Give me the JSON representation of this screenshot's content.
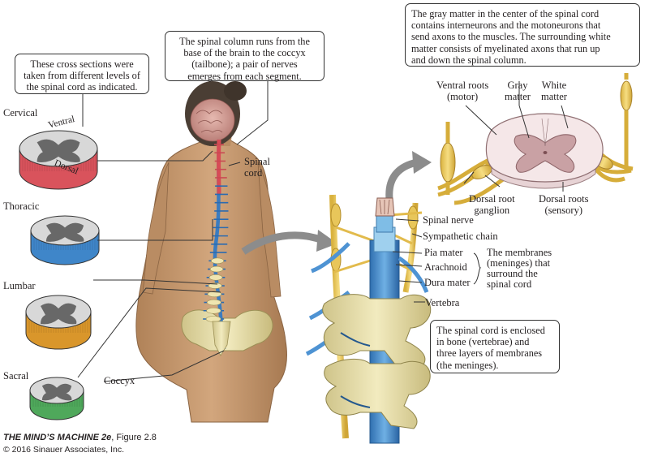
{
  "callouts": {
    "cross_sections": "These cross sections were\ntaken from different levels of\nthe spinal cord as indicated.",
    "spinal_column": "The spinal column runs from the\nbase of the brain to the coccyx\n(tailbone); a pair of nerves\nemerges from each segment.",
    "gray_matter": "The gray matter in the center of the spinal cord\ncontains interneurons and the motoneurons that\nsend axons to the muscles. The surrounding white\nmatter consists of myelinated axons that run up\nand down the spinal column.",
    "enclosed": "The spinal cord is enclosed\nin bone (vertebrae) and\nthree layers of membranes\n(the meninges)."
  },
  "levels": {
    "cervical": "Cervical",
    "thoracic": "Thoracic",
    "lumbar": "Lumbar",
    "sacral": "Sacral",
    "coccyx": "Coccyx"
  },
  "section_labels": {
    "ventral": "Ventral",
    "dorsal": "Dorsal"
  },
  "body_labels": {
    "spinal_cord": "Spinal\ncord"
  },
  "cord_labels": {
    "ventral_roots": "Ventral roots\n(motor)",
    "gray_matter": "Gray\nmatter",
    "white_matter": "White\nmatter",
    "dorsal_root_ganglion": "Dorsal root\nganglion",
    "dorsal_roots": "Dorsal roots\n(sensory)"
  },
  "column_labels": {
    "spinal_nerve": "Spinal nerve",
    "sympathetic_chain": "Sympathetic chain",
    "pia_mater": "Pia mater",
    "arachnoid": "Arachnoid",
    "dura_mater": "Dura mater",
    "meninges_note": "The membranes\n(meninges) that\nsurround the\nspinal cord",
    "vertebra": "Vertebra"
  },
  "credit": {
    "title": "THE MIND’S MACHINE 2e",
    "figure": ", Figure 2.8",
    "copyright": "© 2016 Sinauer Associates, Inc."
  },
  "colors": {
    "cervical": "#d9535c",
    "thoracic": "#3f86c9",
    "lumbar": "#d9962b",
    "sacral": "#4fa85b",
    "skin": "#c79a72",
    "nerve": "#e8c65a",
    "cord": "#f2dde0"
  }
}
